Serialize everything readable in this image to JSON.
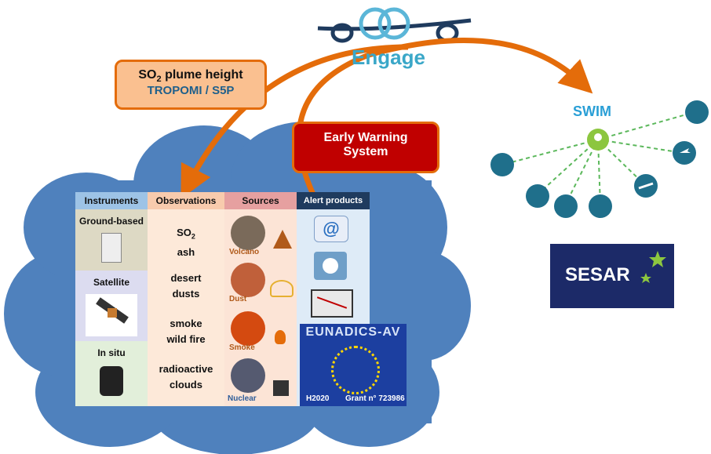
{
  "engage": {
    "label": "Engage"
  },
  "so2_callout": {
    "line1_main": "SO",
    "line1_sub": "2",
    "line1_rest": " plume height",
    "line2": "TROPOMI / S5P"
  },
  "ews_callout": {
    "line1": "Early Warning",
    "line2": "System"
  },
  "swim": {
    "label": "SWIM"
  },
  "sesar": {
    "label": "SESAR"
  },
  "table": {
    "headers": {
      "instruments": "Instruments",
      "observations": "Observations",
      "sources": "Sources",
      "alerts": "Alert products"
    },
    "instruments": [
      "Ground-based",
      "Satellite",
      "In situ"
    ],
    "observations": {
      "so2_main": "SO",
      "so2_sub": "2",
      "ash": "ash",
      "desert": "desert",
      "dusts": "dusts",
      "smoke": "smoke",
      "wildfire": "wild fire",
      "radioactive": "radioactive",
      "clouds": "clouds"
    },
    "sources": [
      "Volcano",
      "Dust",
      "Smoke",
      "Nuclear"
    ],
    "eunadics": {
      "title": "EUNADICS-AV",
      "program": "H2020",
      "grant": "Grant n° 723986"
    }
  },
  "colors": {
    "cloud": "#4f81bd",
    "arrow": "#e46c0a",
    "so2_fill": "#fac090",
    "so2_border": "#e46c0a",
    "ews_fill": "#c00000",
    "swim_green": "#2e8b57",
    "sesar_bg": "#1c2a68"
  }
}
